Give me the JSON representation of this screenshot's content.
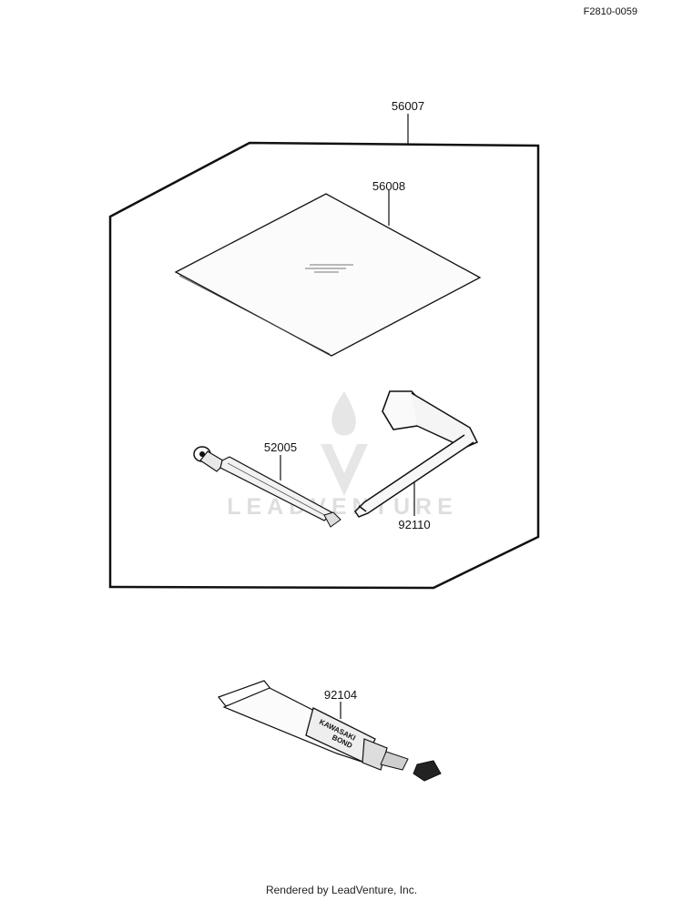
{
  "diagram": {
    "code": "F2810-0059",
    "parts": [
      {
        "id": "56007"
      },
      {
        "id": "56008"
      },
      {
        "id": "52005"
      },
      {
        "id": "92110"
      },
      {
        "id": "92104"
      }
    ],
    "tube_text": [
      "KAWASAKI",
      "BOND"
    ],
    "watermark": "LEADVENTURE",
    "footer": "Rendered by LeadVenture, Inc."
  }
}
